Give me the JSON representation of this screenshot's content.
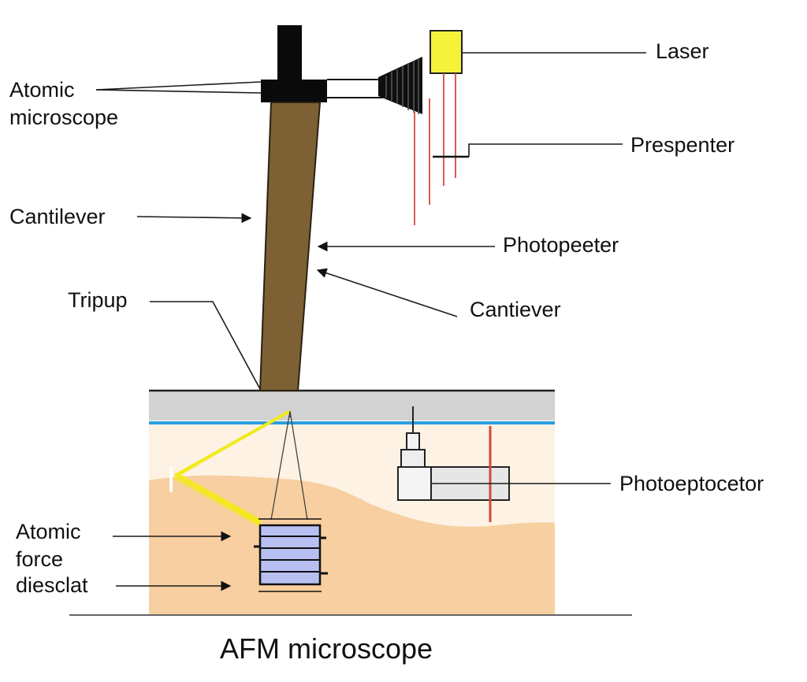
{
  "title": "AFM microscope",
  "labels": {
    "atomic_microscope": [
      "Atomic",
      "microscope"
    ],
    "laser": "Laser",
    "prespenter": "Prespenter",
    "cantilever": "Cantilever",
    "photopeeter": "Photopeeter",
    "tripup": "Tripup",
    "cantiever": "Cantiever",
    "photoeptocetor": "Photoeptocetor",
    "atomic_force_diesclat": [
      "Atomic",
      "force",
      "diesclat"
    ]
  },
  "colors": {
    "column": "#7d6135",
    "laser_box": "#f4f23a",
    "laser_beam": "#f2ea1c",
    "red_lines": "#d44a3a",
    "blue_line": "#2a9ee0",
    "sample_layer": "#f8cfa0",
    "light_layer": "#fdf2e4",
    "plate": "#d2d2d2",
    "grid_block": "#b8c0f2"
  }
}
